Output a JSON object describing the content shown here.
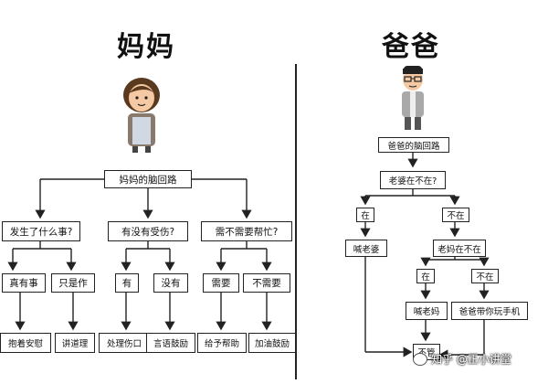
{
  "mom": {
    "title": "妈妈",
    "root": "妈妈的脑回路",
    "q1": "发生了什么事?",
    "q2": "有没有受伤?",
    "q3": "需不需要帮忙?",
    "a1": "真有事",
    "a2": "只是作",
    "a3": "有",
    "a4": "没有",
    "a5": "需要",
    "a6": "不需要",
    "r1": "抱着安慰",
    "r2": "讲道理",
    "r3": "处理伤口",
    "r4": "言语鼓励",
    "r5": "给予帮助",
    "r6": "加油鼓励"
  },
  "dad": {
    "title": "爸爸",
    "root": "爸爸的脑回路",
    "q1": "老婆在不在?",
    "b_yes": "在",
    "b_no": "不在",
    "call_wife": "喊老婆",
    "q2": "老妈在不在",
    "c_yes": "在",
    "c_no": "不在",
    "call_mom": "喊老妈",
    "play_phone": "爸爸带你玩手机",
    "end": "不管"
  },
  "watermark": "知乎 @正小讲堂",
  "colors": {
    "line": "#222222",
    "skin": "#f4c9a4",
    "hair": "#5a3a1e",
    "apron": "#cfd8e3"
  }
}
